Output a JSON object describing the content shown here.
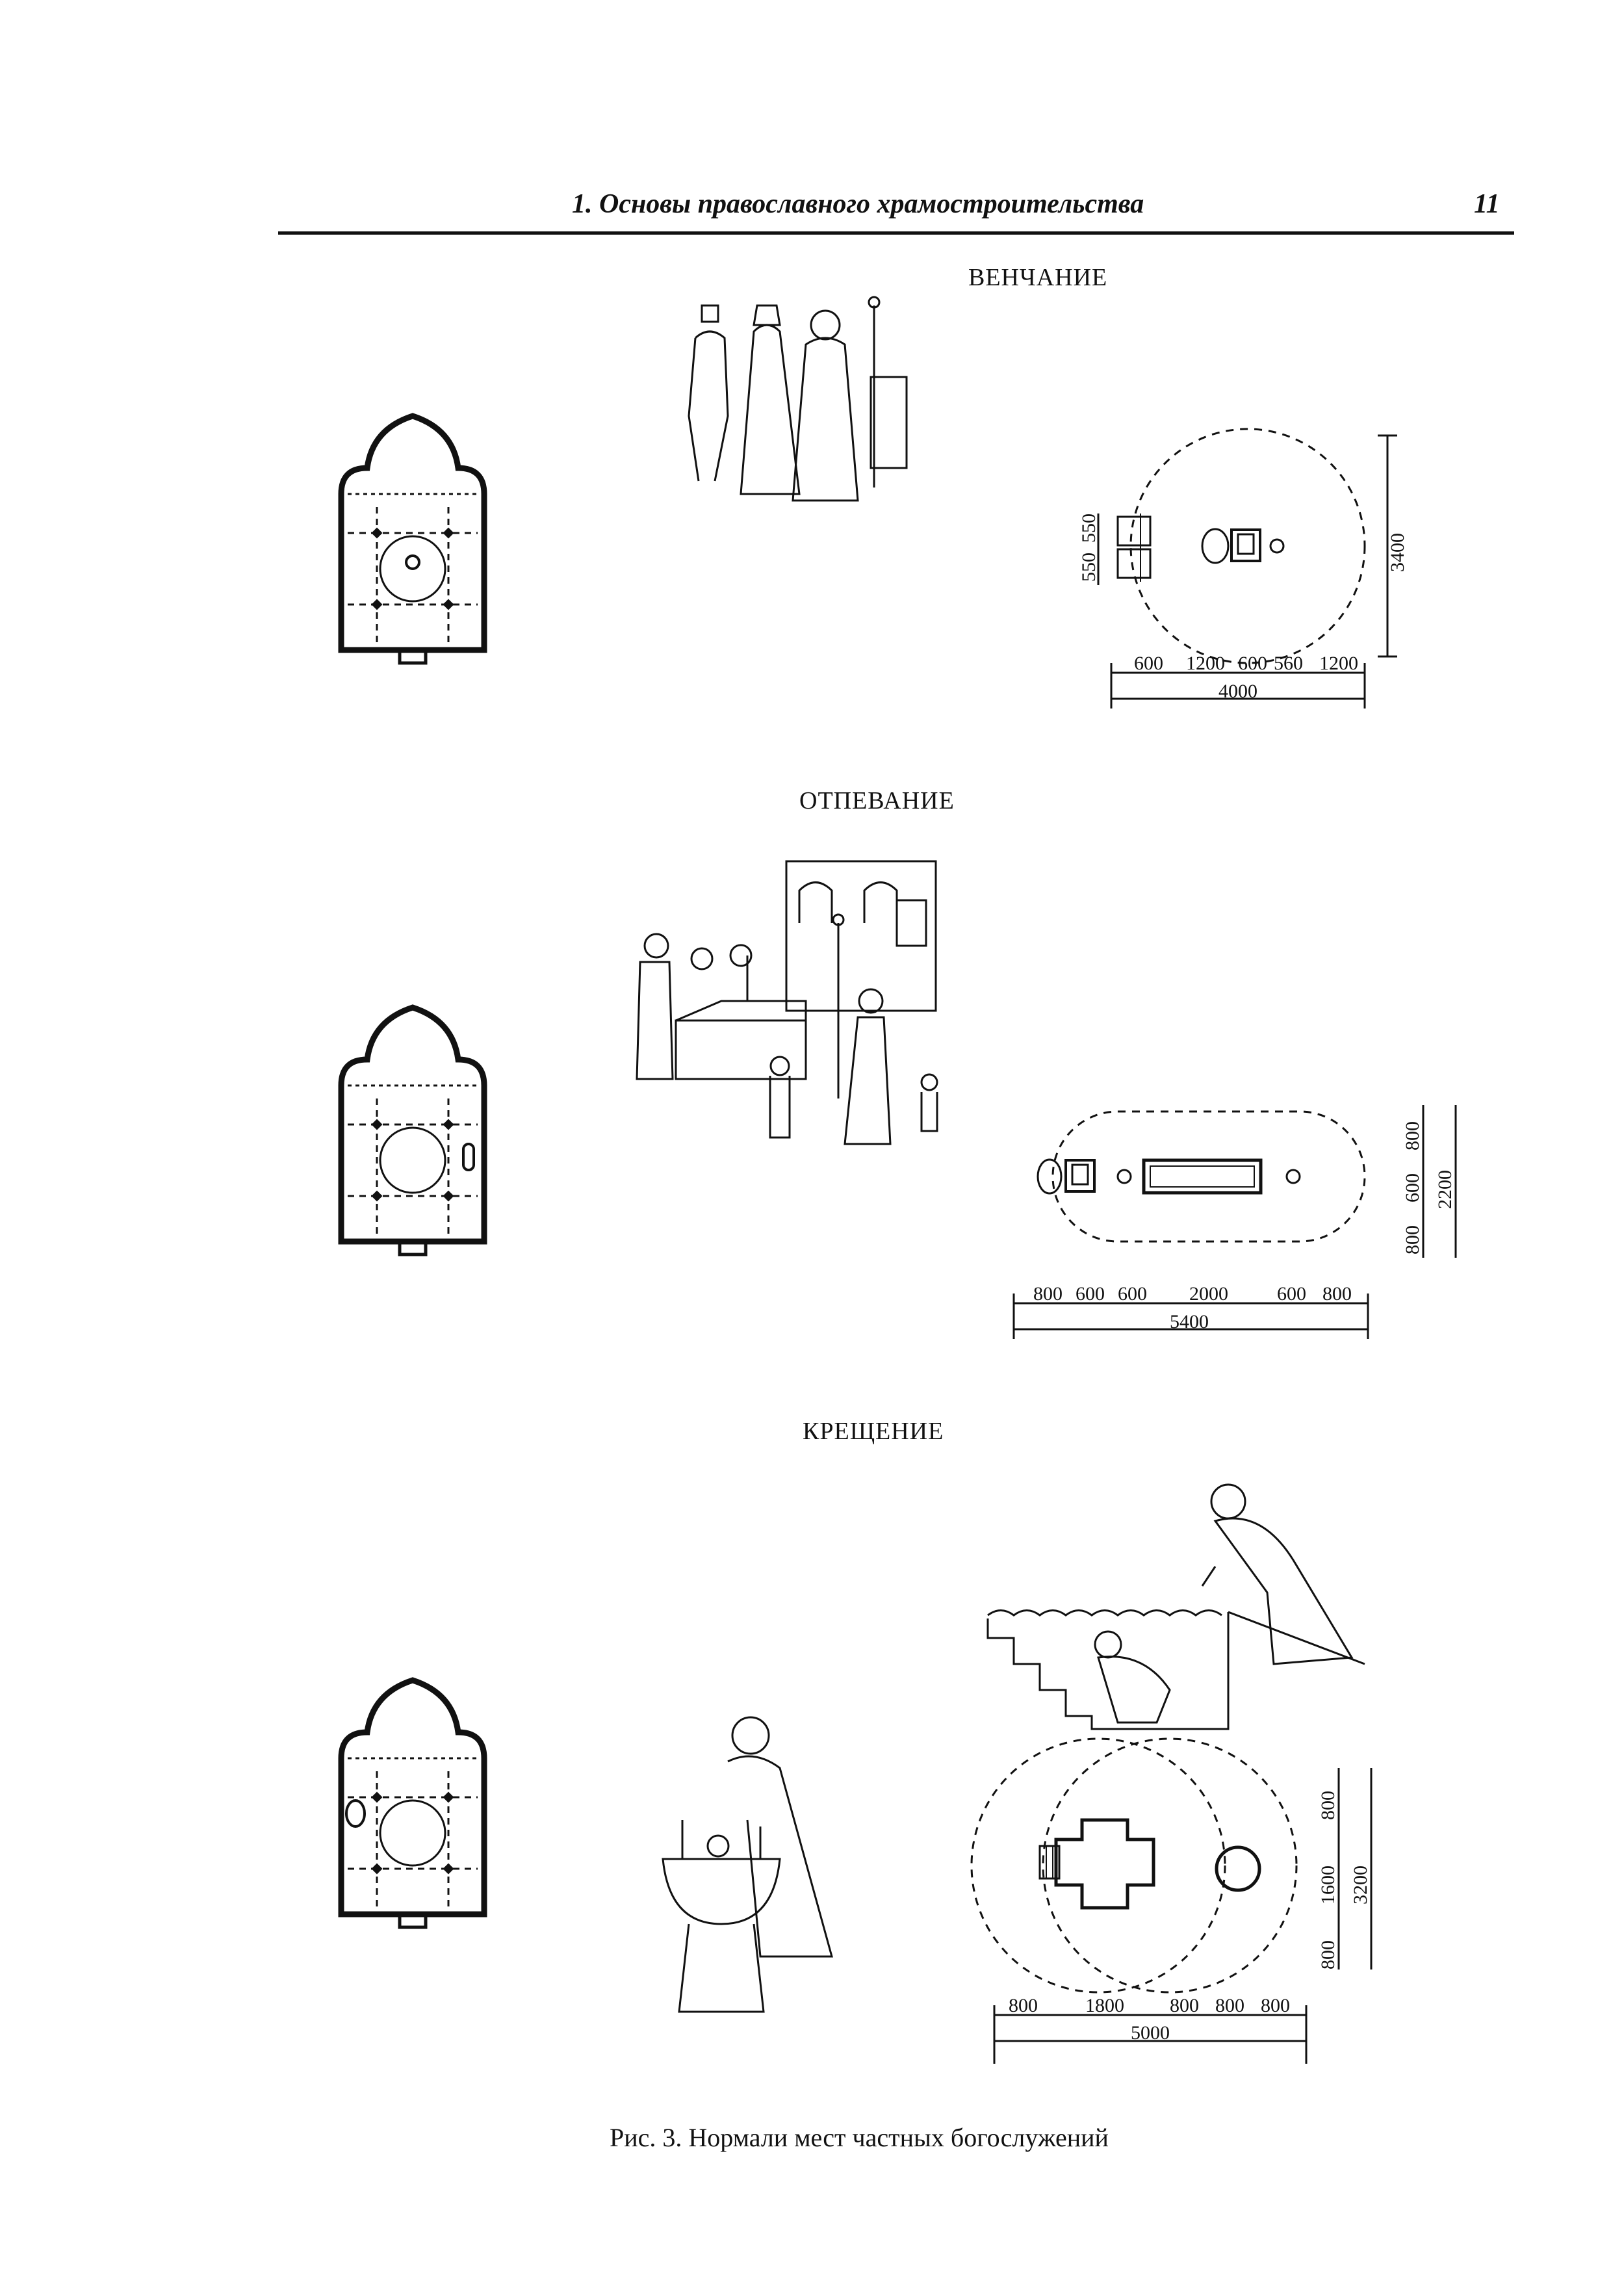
{
  "header": {
    "title": "1. Основы православного храмостроительства",
    "page_number": "11"
  },
  "sections": [
    {
      "title": "ВЕНЧАНИЕ",
      "dims_horizontal": [
        "600",
        "1200",
        "600",
        "560",
        "1200"
      ],
      "dim_total_horizontal": "4000",
      "dims_vertical_left": [
        "550",
        "550"
      ],
      "dim_total_vertical": "3400"
    },
    {
      "title": "ОТПЕВАНИЕ",
      "dims_horizontal": [
        "800",
        "600",
        "600",
        "2000",
        "600",
        "800"
      ],
      "dim_total_horizontal": "5400",
      "dims_vertical": [
        "800",
        "600",
        "800"
      ],
      "dim_total_vertical": "2200"
    },
    {
      "title": "КРЕЩЕНИЕ",
      "dims_horizontal": [
        "800",
        "1800",
        "800",
        "800",
        "800"
      ],
      "dim_total_horizontal": "5000",
      "dims_vertical": [
        "800",
        "1600",
        "800"
      ],
      "dim_total_vertical": "3200"
    }
  ],
  "caption": "Рис. 3. Нормали мест частных богослужений"
}
